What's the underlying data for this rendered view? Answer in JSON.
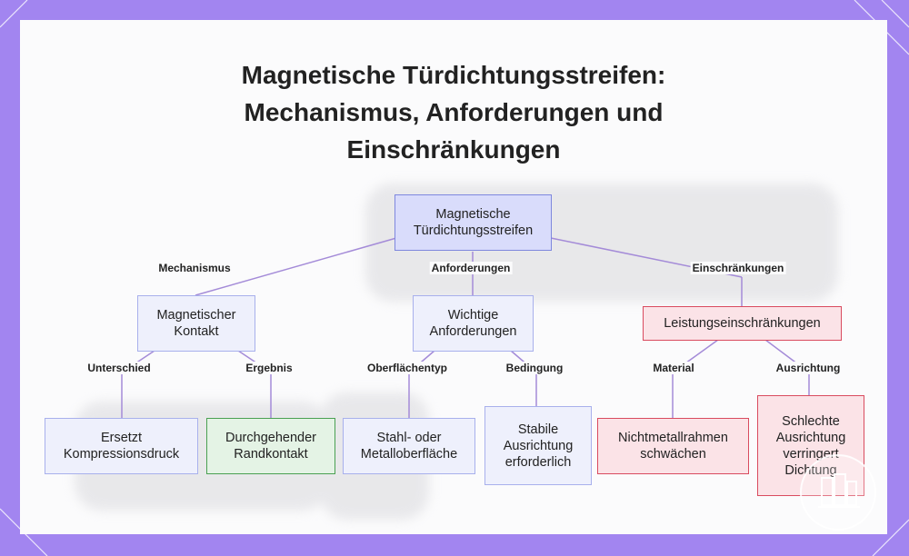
{
  "title_lines": [
    "Magnetische Türdichtungsstreifen:",
    "Mechanismus, Anforderungen und",
    "Einschränkungen"
  ],
  "nodes": {
    "root": "Magnetische Türdichtungsstreifen",
    "kontakt": "Magnetischer Kontakt",
    "anforderungen": "Wichtige Anforderungen",
    "einschraenkungen": "Leistungseinschränkungen",
    "ersetzt": "Ersetzt Kompressionsdruck",
    "rand": "Durchgehender Randkontakt",
    "stahl": "Stahl- oder Metalloberfläche",
    "stabile": "Stabile Ausrichtung erforderlich",
    "nichtmetall": "Nichtmetallrahmen schwächen",
    "schlechte": "Schlechte Ausrichtung verringert Dichtung"
  },
  "edge_labels": {
    "mechanismus": "Mechanismus",
    "anforderungen": "Anforderungen",
    "einschraenkungen": "Einschränkungen",
    "unterschied": "Unterschied",
    "ergebnis": "Ergebnis",
    "oberflaechentyp": "Oberflächentyp",
    "bedingung": "Bedingung",
    "material": "Material",
    "ausrichtung": "Ausrichtung"
  },
  "colors": {
    "edge": "#a48bd8",
    "frame": "#a285f0",
    "root_fill": "#d9dcfb",
    "red_border": "#d94b5f",
    "green_border": "#4aa052"
  }
}
